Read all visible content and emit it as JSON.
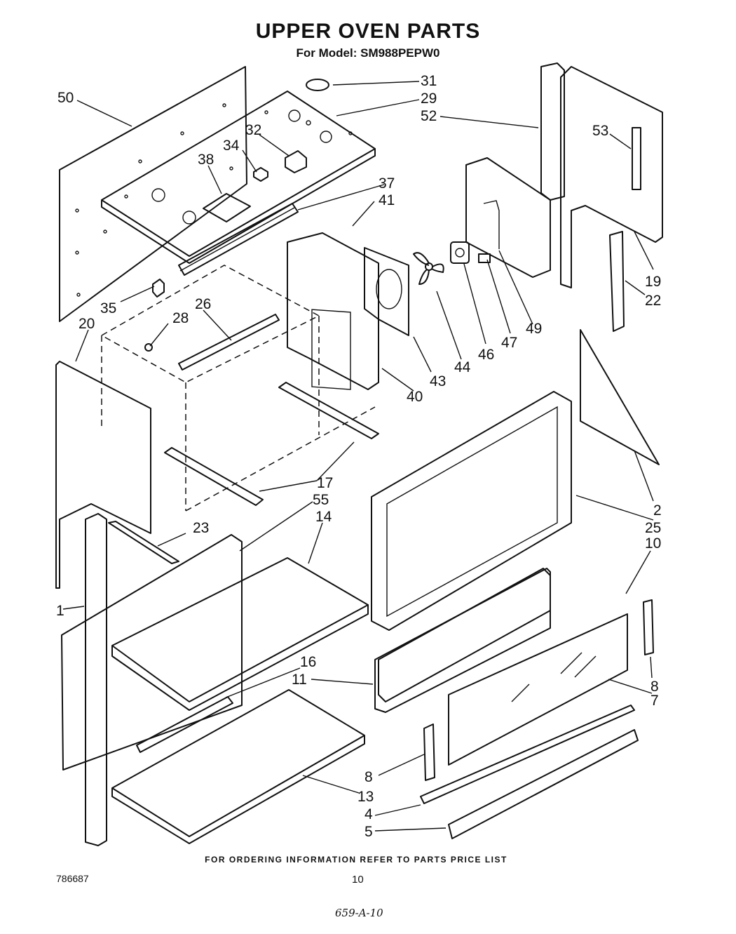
{
  "header": {
    "title": "UPPER OVEN PARTS",
    "model_label": "For Model: SM988PEPW0"
  },
  "callouts": [
    {
      "id": "c50",
      "label": "50"
    },
    {
      "id": "c31",
      "label": "31"
    },
    {
      "id": "c29",
      "label": "29"
    },
    {
      "id": "c52",
      "label": "52"
    },
    {
      "id": "c32",
      "label": "32"
    },
    {
      "id": "c34",
      "label": "34"
    },
    {
      "id": "c38",
      "label": "38"
    },
    {
      "id": "c53",
      "label": "53"
    },
    {
      "id": "c37",
      "label": "37"
    },
    {
      "id": "c41",
      "label": "41"
    },
    {
      "id": "c19",
      "label": "19"
    },
    {
      "id": "c22",
      "label": "22"
    },
    {
      "id": "c35",
      "label": "35"
    },
    {
      "id": "c26",
      "label": "26"
    },
    {
      "id": "c28",
      "label": "28"
    },
    {
      "id": "c20",
      "label": "20"
    },
    {
      "id": "c49",
      "label": "49"
    },
    {
      "id": "c47",
      "label": "47"
    },
    {
      "id": "c46",
      "label": "46"
    },
    {
      "id": "c44",
      "label": "44"
    },
    {
      "id": "c43",
      "label": "43"
    },
    {
      "id": "c40",
      "label": "40"
    },
    {
      "id": "c17",
      "label": "17"
    },
    {
      "id": "c55",
      "label": "55"
    },
    {
      "id": "c14",
      "label": "14"
    },
    {
      "id": "c2",
      "label": "2"
    },
    {
      "id": "c25",
      "label": "25"
    },
    {
      "id": "c10",
      "label": "10"
    },
    {
      "id": "c23",
      "label": "23"
    },
    {
      "id": "c1",
      "label": "1"
    },
    {
      "id": "c16",
      "label": "16"
    },
    {
      "id": "c11",
      "label": "11"
    },
    {
      "id": "c8a",
      "label": "8"
    },
    {
      "id": "c7",
      "label": "7"
    },
    {
      "id": "c8b",
      "label": "8"
    },
    {
      "id": "c13",
      "label": "13"
    },
    {
      "id": "c4",
      "label": "4"
    },
    {
      "id": "c5",
      "label": "5"
    }
  ],
  "footer": {
    "ordering_note": "FOR ORDERING INFORMATION REFER TO PARTS PRICE LIST",
    "document_number": "786687",
    "page_number": "10",
    "handwritten_code": "659-A-10"
  }
}
